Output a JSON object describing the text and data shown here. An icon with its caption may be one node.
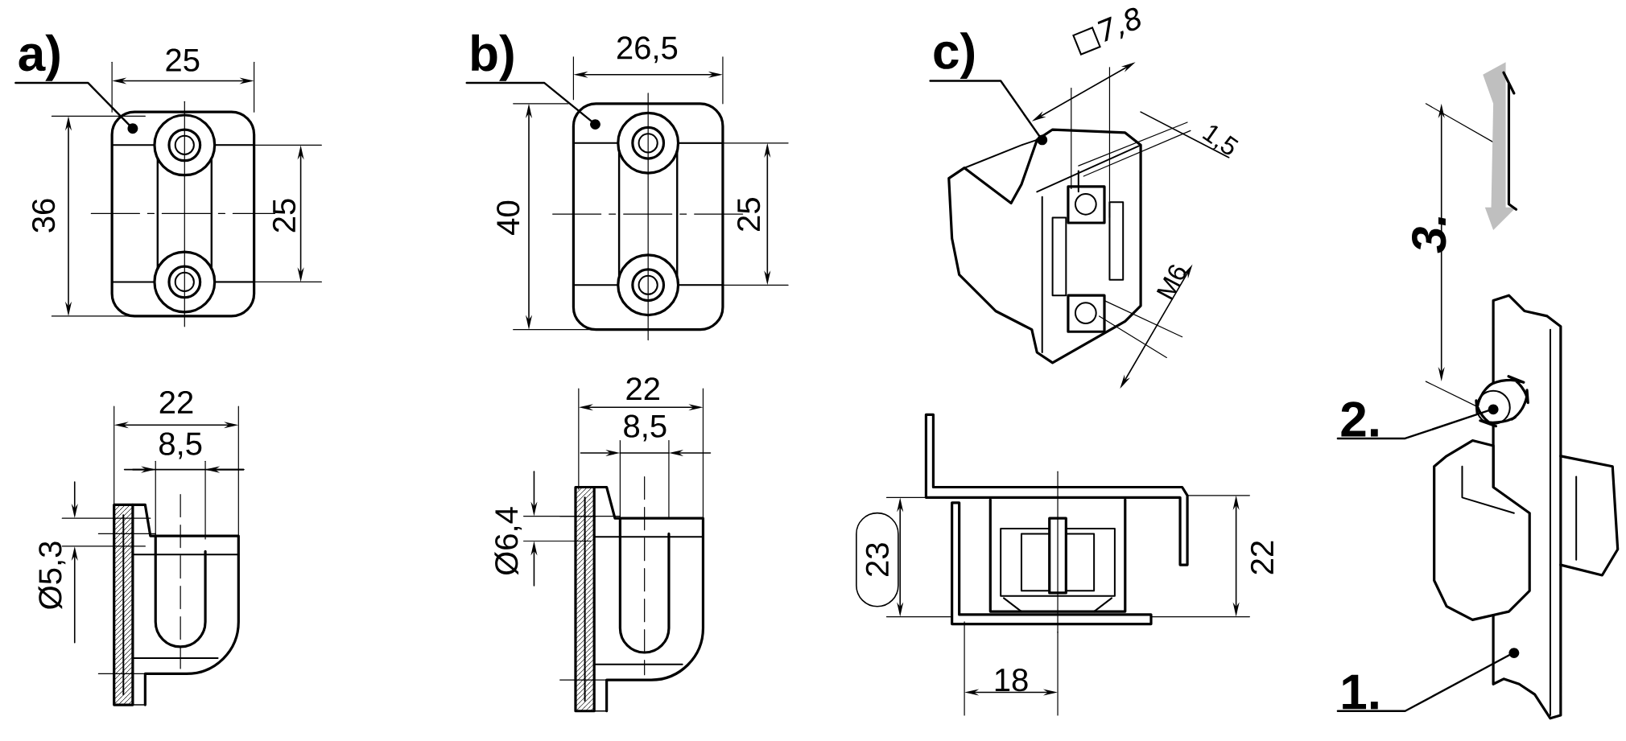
{
  "diagram": {
    "nodes": [
      {
        "text": [
          "a)"
        ]
      },
      {
        "text": [
          "b)"
        ]
      },
      {
        "text": [
          "c)"
        ]
      },
      {
        "text": [
          "23"
        ]
      },
      {
        "text": [
          "2."
        ]
      },
      {
        "text": [
          "1."
        ]
      },
      {
        "text": [],
        "shape": "picture"
      },
      {
        "text": [],
        "shape": "picture"
      },
      {
        "text": [],
        "shape": "picture"
      },
      {
        "text": [],
        "shape": "picture"
      }
    ],
    "edges": [
      {
        "from": 0,
        "to": 6,
        "arrow": "none"
      },
      {
        "from": 1,
        "to": 7,
        "arrow": "none"
      },
      {
        "from": 2,
        "to": 8,
        "arrow": "none"
      },
      {
        "from": 4,
        "to": 9,
        "arrow": "none"
      },
      {
        "from": 5,
        "to": 9,
        "arrow": "none"
      }
    ],
    "labels": [
      "25",
      "36",
      "25",
      "22",
      "8,5",
      "Ø5,3",
      "26,5",
      "40",
      "25",
      "22",
      "8,5",
      "Ø6,4",
      "□7,8",
      "1,5",
      "M6",
      "22",
      "18",
      "3."
    ]
  }
}
